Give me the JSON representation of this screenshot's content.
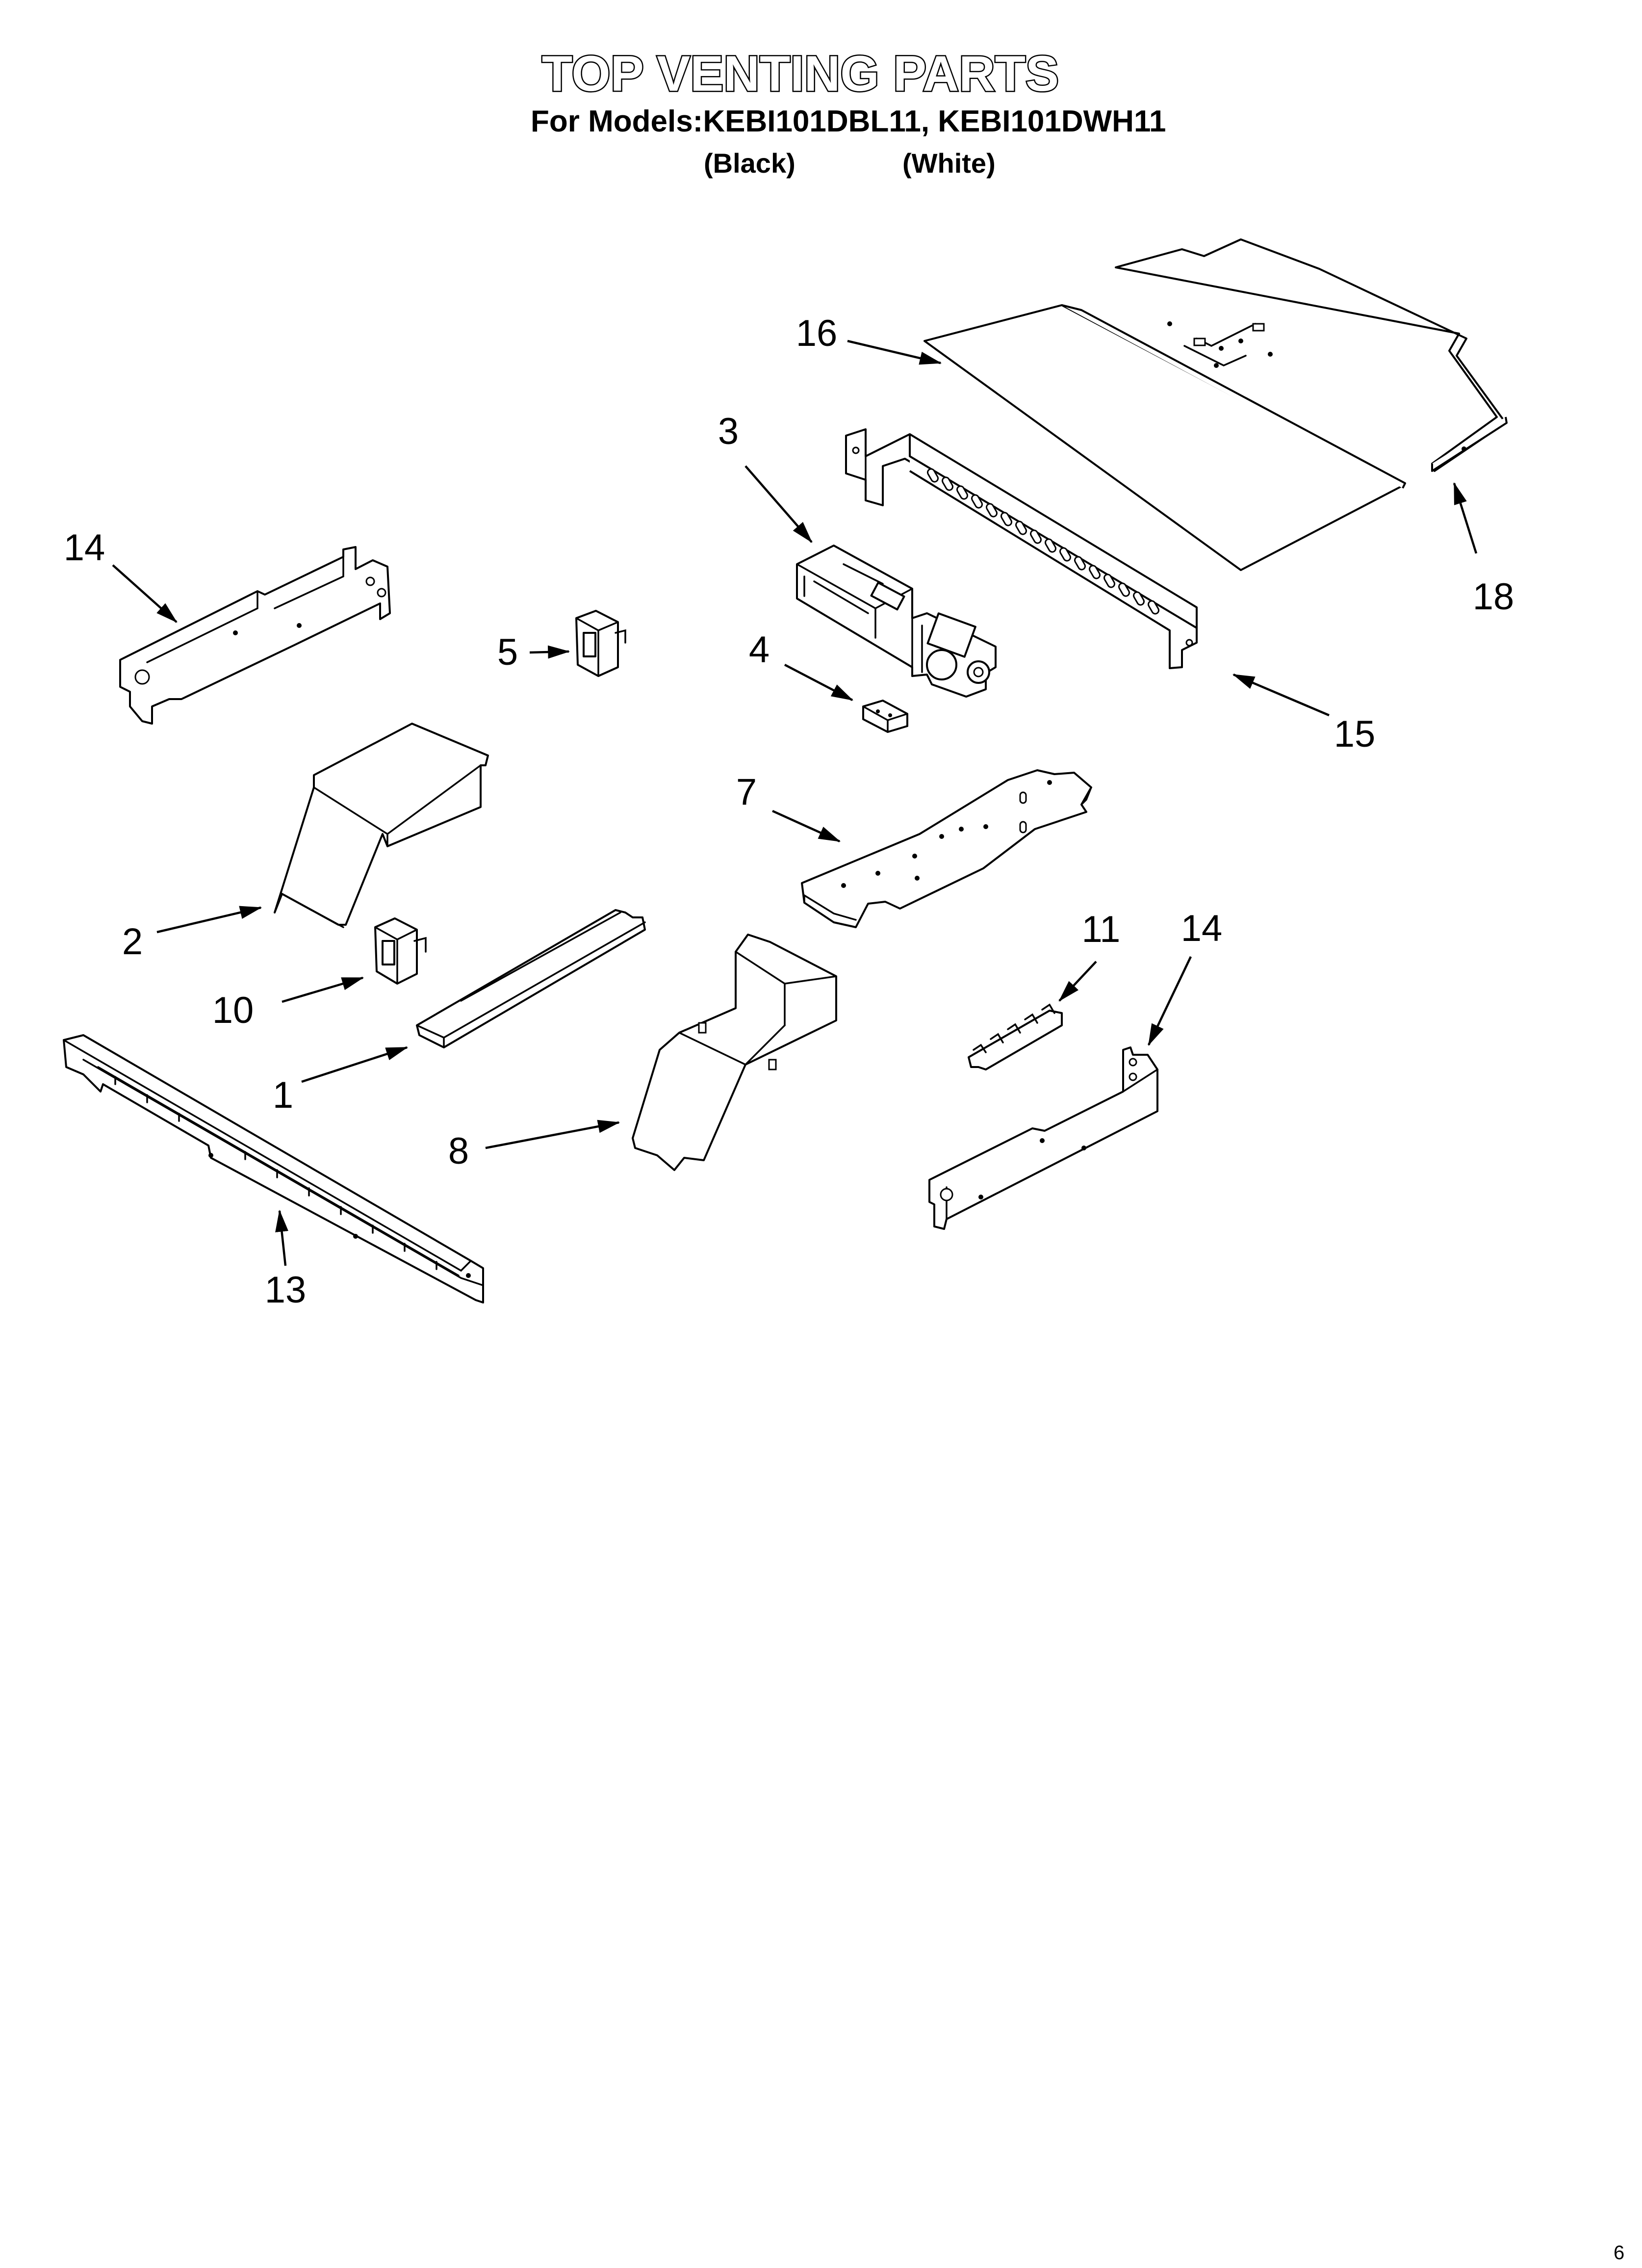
{
  "header": {
    "title": "TOP VENTING PARTS",
    "models_line": "For Models:KEBI101DBL11, KEBI101DWH11",
    "color_black": "(Black)",
    "color_white": "(White)"
  },
  "callouts": [
    {
      "id": "c16",
      "label": "16"
    },
    {
      "id": "c3",
      "label": "3"
    },
    {
      "id": "c14a",
      "label": "14"
    },
    {
      "id": "c18",
      "label": "18"
    },
    {
      "id": "c5",
      "label": "5"
    },
    {
      "id": "c4",
      "label": "4"
    },
    {
      "id": "c15",
      "label": "15"
    },
    {
      "id": "c7",
      "label": "7"
    },
    {
      "id": "c2",
      "label": "2"
    },
    {
      "id": "c11",
      "label": "11"
    },
    {
      "id": "c14b",
      "label": "14"
    },
    {
      "id": "c10",
      "label": "10"
    },
    {
      "id": "c1",
      "label": "1"
    },
    {
      "id": "c8",
      "label": "8"
    },
    {
      "id": "c13",
      "label": "13"
    }
  ],
  "footer": {
    "page_number": "6"
  }
}
